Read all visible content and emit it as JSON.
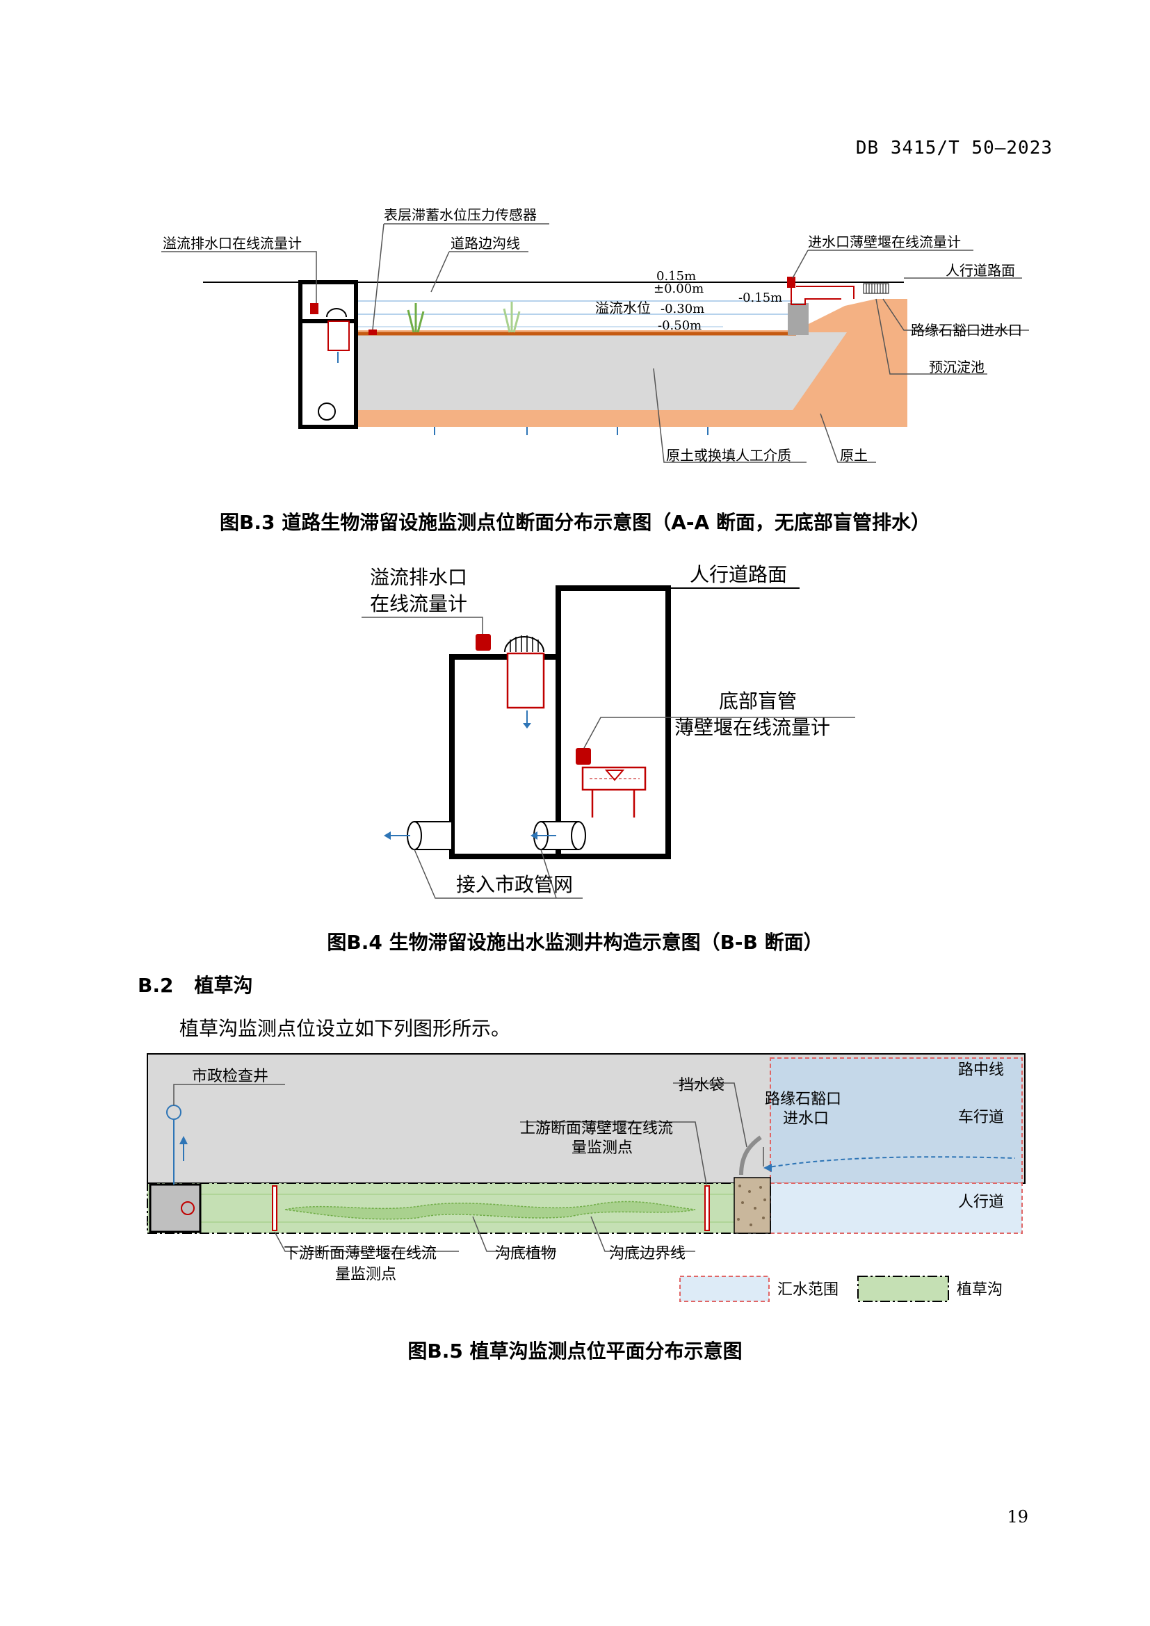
{
  "header": {
    "doc_code": "DB 3415/T 50—2023"
  },
  "fig_b3": {
    "caption": "图B.3 道路生物滞留设施监测点位断面分布示意图（A-A 断面，无底部盲管排水）",
    "labels": {
      "overflow_meter": "溢流排水口在线流量计",
      "pressure_sensor": "表层滞蓄水位压力传感器",
      "road_edge": "道路边沟线",
      "inlet_weir_meter": "进水口薄壁堰在线流量计",
      "sidewalk": "人行道路面",
      "curb_inlet": "路缘石豁口进水口",
      "presettle": "预沉淀池",
      "soil_media": "原土或换填人工介质",
      "native_soil": "原土",
      "overflow_level": "溢流水位",
      "lv_015": "0.15m",
      "lv_000": "±0.00m",
      "lv_m015": "-0.15m",
      "lv_m030": "-0.30m",
      "lv_m050": "-0.50m"
    }
  },
  "fig_b4": {
    "caption": "图B.4 生物滞留设施出水监测井构造示意图（B-B 断面）",
    "labels": {
      "overflow_meter_l1": "溢流排水口",
      "overflow_meter_l2": "在线流量计",
      "sidewalk": "人行道路面",
      "underdrain_l1": "底部盲管",
      "underdrain_l2": "薄壁堰在线流量计",
      "municipal": "接入市政管网"
    }
  },
  "section": {
    "number": "B.2",
    "title": "植草沟",
    "paragraph": "植草沟监测点位设立如下列图形所示。"
  },
  "fig_b5": {
    "caption": "图B.5 植草沟监测点位平面分布示意图",
    "labels": {
      "manhole": "市政检查井",
      "water_bag": "挡水袋",
      "upstream_l1": "上游断面薄壁堰在线流",
      "upstream_l2": "量监测点",
      "curb_inlet_l1": "路缘石豁口",
      "curb_inlet_l2": "进水口",
      "centerline": "路中线",
      "carriageway": "车行道",
      "sidewalk": "人行道",
      "downstream_l1": "下游断面薄壁堰在线流",
      "downstream_l2": "量监测点",
      "plants": "沟底植物",
      "boundary": "沟底边界线",
      "legend_catchment": "汇水范围",
      "legend_swale": "植草沟"
    }
  },
  "footer": {
    "page_number": "19"
  }
}
